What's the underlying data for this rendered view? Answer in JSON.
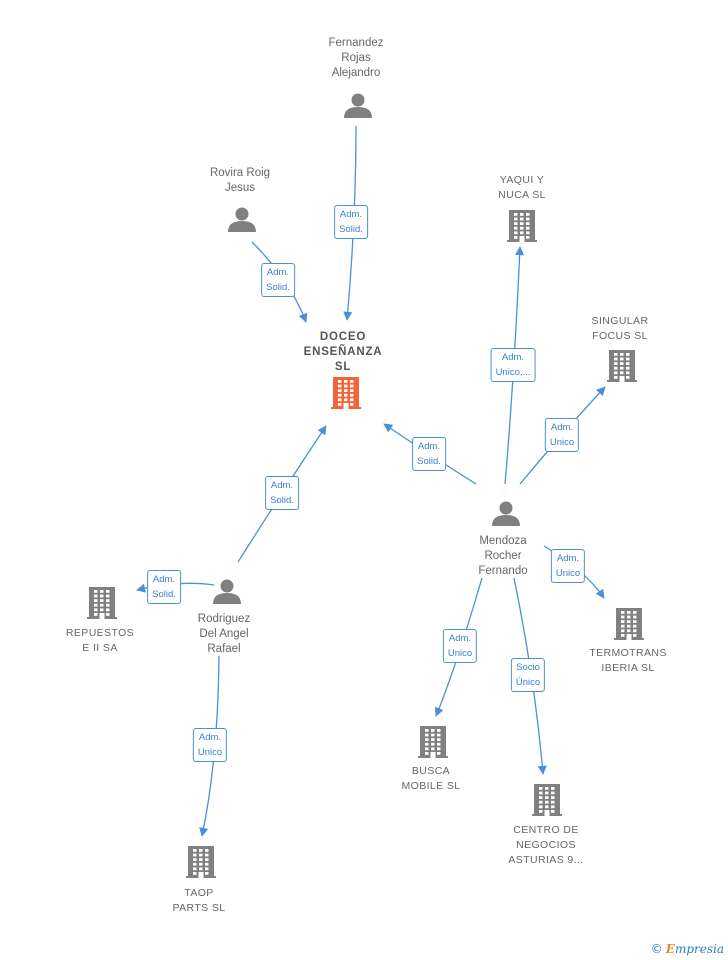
{
  "colors": {
    "edge": "#4a90d9",
    "icon": "#808080",
    "main_icon": "#f2643a"
  },
  "nodes": [
    {
      "id": "doceo",
      "kind": "company",
      "main": true,
      "label": "DOCEO\nENSEÑANZA\nSL"
    },
    {
      "id": "fernandez",
      "kind": "person",
      "label": "Fernandez\nRojas\nAlejandro"
    },
    {
      "id": "rovira",
      "kind": "person",
      "label": "Rovira Roig\nJesus"
    },
    {
      "id": "yaqui",
      "kind": "company",
      "label": "YAQUI Y\nNUCA  SL"
    },
    {
      "id": "singular",
      "kind": "company",
      "label": "SINGULAR\nFOCUS  SL"
    },
    {
      "id": "mendoza",
      "kind": "person",
      "label": "Mendoza\nRocher\nFernando"
    },
    {
      "id": "termotrans",
      "kind": "company",
      "label": "TERMOTRANS\nIBERIA  SL"
    },
    {
      "id": "busca",
      "kind": "company",
      "label": "BUSCA\nMOBILE SL"
    },
    {
      "id": "centro",
      "kind": "company",
      "label": "CENTRO DE\nNEGOCIOS\nASTURIAS 9..."
    },
    {
      "id": "rodriguez",
      "kind": "person",
      "label": "Rodriguez\nDel Angel\nRafael"
    },
    {
      "id": "repuestos",
      "kind": "company",
      "label": "REPUESTOS\nE II SA"
    },
    {
      "id": "taop",
      "kind": "company",
      "label": "TAOP\nPARTS  SL"
    }
  ],
  "edges": [
    {
      "from": "fernandez",
      "to": "doceo",
      "label": "Adm.\nSolid."
    },
    {
      "from": "rovira",
      "to": "doceo",
      "label": "Adm.\nSolid."
    },
    {
      "from": "mendoza",
      "to": "doceo",
      "label": "Adm.\nSolid."
    },
    {
      "from": "rodriguez",
      "to": "doceo",
      "label": "Adm.\nSolid."
    },
    {
      "from": "mendoza",
      "to": "yaqui",
      "label": "Adm.\nUnico,..."
    },
    {
      "from": "mendoza",
      "to": "singular",
      "label": "Adm.\nUnico"
    },
    {
      "from": "mendoza",
      "to": "termotrans",
      "label": "Adm.\nUnico"
    },
    {
      "from": "mendoza",
      "to": "busca",
      "label": "Adm.\nUnico"
    },
    {
      "from": "mendoza",
      "to": "centro",
      "label": "Socio\nÚnico"
    },
    {
      "from": "rodriguez",
      "to": "repuestos",
      "label": "Adm.\nSolid."
    },
    {
      "from": "rodriguez",
      "to": "taop",
      "label": "Adm.\nUnico"
    }
  ],
  "brand": {
    "copyright": "©",
    "name": "mpresia",
    "initial": "E"
  }
}
